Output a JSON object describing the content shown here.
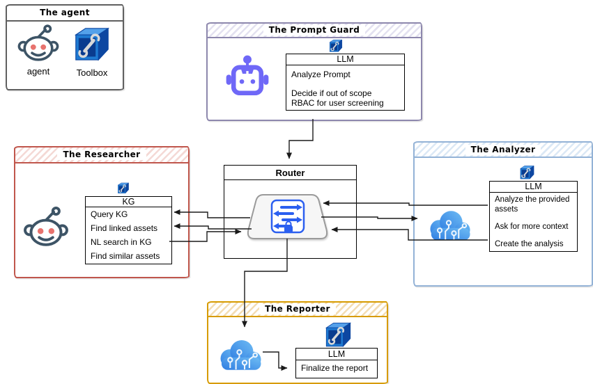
{
  "colors": {
    "agent_border": "#5f5f5f",
    "guard": "#8d87ad",
    "guard_hatch": "#e3e1f0",
    "researcher": "#c0564c",
    "researcher_hatch": "#f4d9d5",
    "analyzer": "#93b2d6",
    "analyzer_hatch": "#dbe8f5",
    "reporter": "#d79b00",
    "reporter_hatch": "#f3ddb4",
    "robot": "#6f68f7",
    "reddit_line": "#3d5466",
    "reddit_eye": "#e8736e",
    "cloud_dark": "#2f7de1",
    "cloud_light": "#6ebcf4",
    "toolbox_top": "#54a1ea",
    "toolbox_side": "#0d47a1",
    "toolbox_front": "#1e7ad2",
    "toolbox_inner": "#0a3c8f",
    "wrench": "#d9d9d9",
    "switch_blue": "#2b5ff0",
    "trap_fill": "#f6f6f6",
    "trap_stroke": "#9a9a9a",
    "line": "#1a1a1a"
  },
  "agent": {
    "title": "The agent",
    "robot_label": "agent",
    "toolbox_label": "Toolbox"
  },
  "prompt_guard": {
    "title": "The Prompt Guard",
    "tool": {
      "header": "LLM",
      "rows": [
        "Analyze Prompt",
        "Decide if out of scope",
        "RBAC for user screening"
      ]
    }
  },
  "researcher": {
    "title": "The Researcher",
    "tool": {
      "header": "KG",
      "rows": [
        "Query KG",
        "Find linked assets",
        "NL search in KG",
        "Find similar assets"
      ]
    }
  },
  "router": {
    "title": "Router"
  },
  "analyzer": {
    "title": "The Analyzer",
    "tool": {
      "header": "LLM",
      "rows": [
        "Analyze the provided assets",
        "Ask for more context",
        "Create the analysis"
      ]
    }
  },
  "reporter": {
    "title": "The Reporter",
    "tool": {
      "header": "LLM",
      "rows": [
        "Finalize the report"
      ]
    }
  }
}
